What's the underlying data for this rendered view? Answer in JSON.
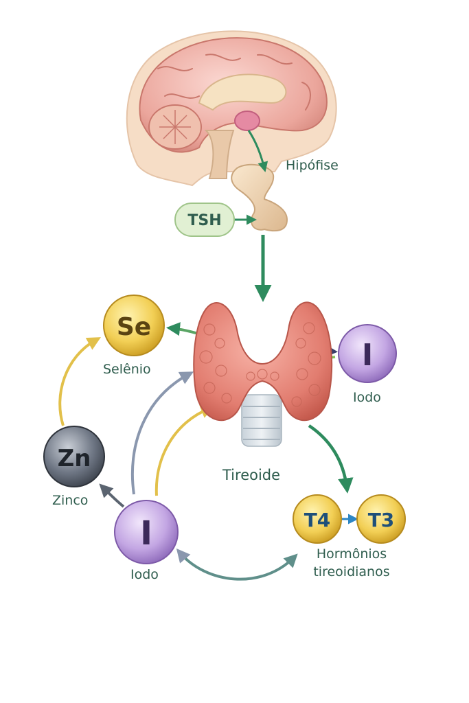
{
  "labels": {
    "hipofise": "Hipófise",
    "tsh": "TSH",
    "selenio_symbol": "Se",
    "selenio": "Selênio",
    "iodo_right_symbol": "I",
    "iodo_right": "Iodo",
    "zinco_symbol": "Zn",
    "zinco": "Zinco",
    "iodo_left_symbol": "I",
    "iodo_left": "Iodo",
    "tireoide": "Tireoide",
    "t4": "T4",
    "t3": "T3",
    "hormonios_line1": "Hormônios",
    "hormonios_line2": "tireoidianos"
  },
  "colors": {
    "green_arrow": "#2e8b5e",
    "gold": "#e2c04a",
    "purple": "#b79ad6",
    "gray": "#5b6470",
    "slate": "#8a97ae",
    "text": "#2f5d4e"
  }
}
